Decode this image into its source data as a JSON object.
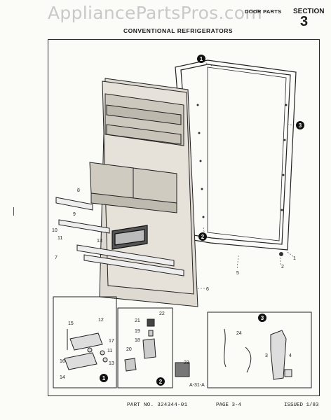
{
  "watermark": "AppliancePartsPros.com",
  "header": {
    "door_parts": "DOOR PARTS",
    "section_label": "SECTION",
    "section_number": "3",
    "subtitle": "CONVENTIONAL REFRIGERATORS"
  },
  "callouts": {
    "c1": "1",
    "c2": "2",
    "c3": "3",
    "n1": "1",
    "n2": "2",
    "n3": "3",
    "n4": "4",
    "n5": "5",
    "n6": "6",
    "n7": "7",
    "n8": "8",
    "n9": "9",
    "n10": "10",
    "n11": "11",
    "n12": "12",
    "n13": "13",
    "n14": "14",
    "n15": "15",
    "n16": "16",
    "n17": "17",
    "n18": "18",
    "n19": "19",
    "n20": "20",
    "n21": "21",
    "n22": "22",
    "n23": "23",
    "n24": "24"
  },
  "figure_code": "A-31-A",
  "footer": {
    "part_no": "PART NO. 324344-01",
    "page": "PAGE 3-4",
    "issued": "ISSUED 1/83"
  }
}
